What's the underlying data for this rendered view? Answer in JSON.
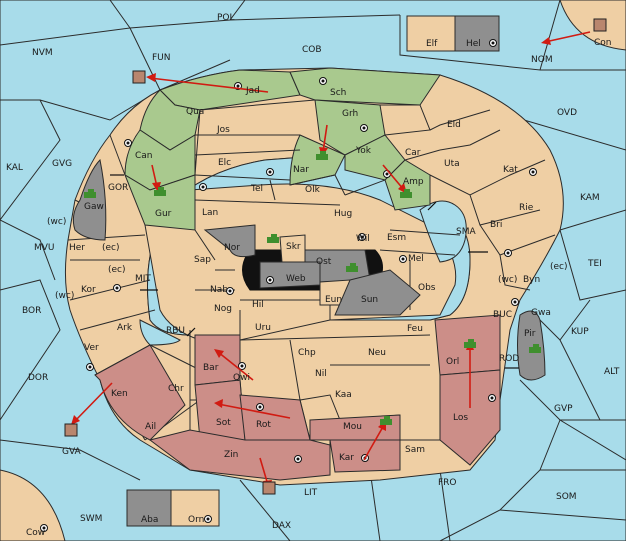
{
  "colors": {
    "sea": "#a8dcea",
    "land": "#efcfa4",
    "green": "#a9c98e",
    "red": "#cc8e88",
    "grey": "#8f8f8f",
    "arrow": "#d11b12",
    "army_green": "#3f8f2e"
  },
  "seas": {
    "POL": "POL",
    "NVM": "NVM",
    "FUN": "FUN",
    "COB": "COB",
    "NOM": "NOM",
    "OVD": "OVD",
    "KAL": "KAL",
    "GVG": "GVG",
    "GOR": "GOR",
    "KAM": "KAM",
    "SMA": "SMA",
    "TEI": "TEI",
    "MVU": "MVU",
    "MIT": "MIT",
    "BOR": "BOR",
    "RBU": "RBU",
    "BUC": "BUC",
    "KUP": "KUP",
    "DOR": "DOR",
    "ROD": "ROD",
    "ALT": "ALT",
    "GVP": "GVP",
    "GVA": "GVA",
    "FRO": "FRO",
    "LIT": "LIT",
    "SOM": "SOM",
    "SWM": "SWM",
    "DAX": "DAX",
    "Cow": "Cow",
    "Con": "Con"
  },
  "provinces": {
    "Jad": "Jad",
    "Sch": "Sch",
    "Qua": "Qua",
    "Jos": "Jos",
    "Grh": "Grh",
    "Eld": "Eld",
    "Can": "Can",
    "Elc": "Elc",
    "Nar": "Nar",
    "Yok": "Yok",
    "Car": "Car",
    "Uta": "Uta",
    "Kat": "Kat",
    "Olk": "Olk",
    "Amp": "Amp",
    "Tel": "Tel",
    "Gur": "Gur",
    "Lan": "Lan",
    "Hug": "Hug",
    "Rie": "Rie",
    "Bri": "Bri",
    "Gaw": "Gaw",
    "Nor": "Nor",
    "Wil": "Wil",
    "Esm": "Esm",
    "Her": "Her",
    "Sap": "Sap",
    "Skr": "Skr",
    "Ost": "Ost",
    "Mel": "Mel",
    "Web": "Web",
    "Byn": "Byn",
    "Kor": "Kor",
    "Nab": "Nab",
    "Obs": "Obs",
    "Eun": "Eun",
    "Sun": "Sun",
    "Gwa": "Gwa",
    "Hil": "Hil",
    "Nog": "Nog",
    "Ark": "Ark",
    "Uru": "Uru",
    "Feu": "Feu",
    "Pir": "Pir",
    "Orl": "Orl",
    "Chp": "Chp",
    "Neu": "Neu",
    "Bar": "Bar",
    "Ver": "Ver",
    "Qwi": "Qwi",
    "Nil": "Nil",
    "Chr": "Chr",
    "Ken": "Ken",
    "Kaa": "Kaa",
    "Los": "Los",
    "Sot": "Sot",
    "Rot": "Rot",
    "Ail": "Ail",
    "Mou": "Mou",
    "Zin": "Zin",
    "Kar": "Kar",
    "Sam": "Sam",
    "Elf": "Elf",
    "Hel": "Hel",
    "Aba": "Aba",
    "Orn": "Orn"
  },
  "coast_tags": {
    "her_wc": "(wc)",
    "her_ec": "(ec)",
    "kor_ec": "(ec)",
    "kor_wc": "(wc)",
    "byn_wc": "(wc)",
    "byn_ec": "(ec)"
  }
}
